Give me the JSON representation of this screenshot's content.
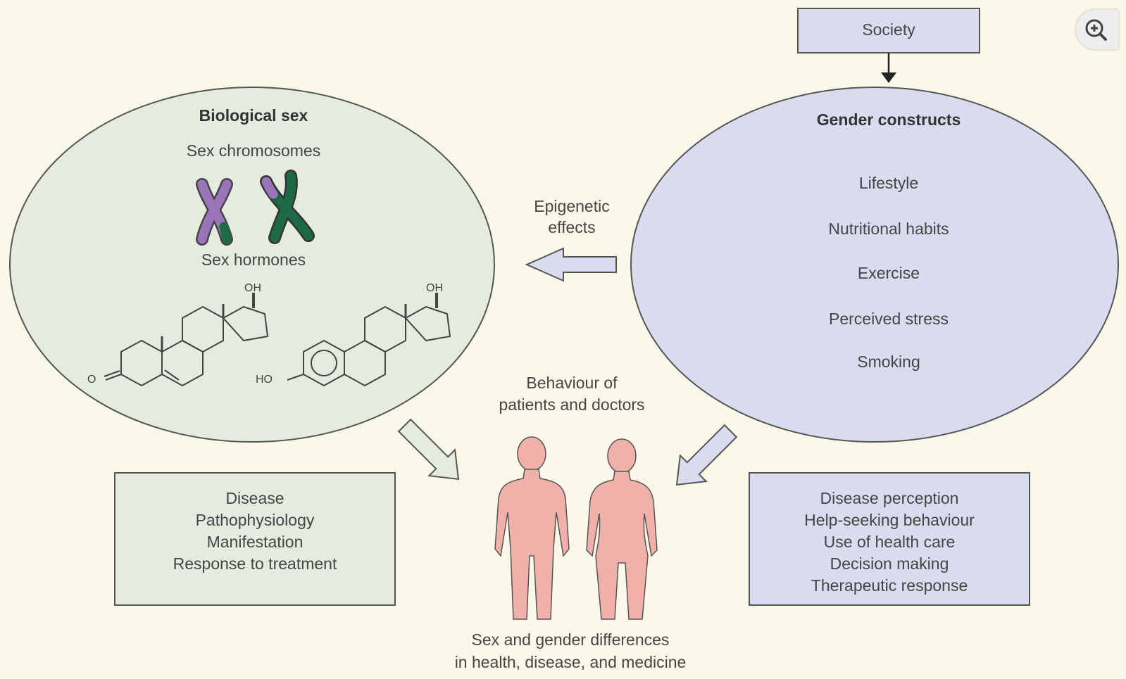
{
  "society": "Society",
  "biological": {
    "title": "Biological sex",
    "chromosomes_label": "Sex chromosomes",
    "hormones_label": "Sex hormones",
    "hormone1": {
      "oh": "OH",
      "o": "O"
    },
    "hormone2": {
      "oh": "OH",
      "ho": "HO"
    }
  },
  "gender": {
    "title": "Gender constructs",
    "items": [
      "Lifestyle",
      "Nutritional habits",
      "Exercise",
      "Perceived stress",
      "Smoking"
    ]
  },
  "epigenetic": {
    "line1": "Epigenetic",
    "line2": "effects"
  },
  "behaviour": {
    "line1": "Behaviour of",
    "line2": "patients and doctors"
  },
  "left_box": {
    "lines": [
      "Disease",
      "Pathophysiology",
      "Manifestation",
      "Response to treatment"
    ]
  },
  "right_box": {
    "lines": [
      "Disease perception",
      "Help-seeking behaviour",
      "Use of health care",
      "Decision making",
      "Therapeutic response"
    ]
  },
  "footer": {
    "line1": "Sex and gender differences",
    "line2": "in health, disease, and medicine"
  },
  "colors": {
    "green_fill": "#e4ecdf",
    "blue_fill": "#d9dcef",
    "body_fill": "#f0b1aa",
    "purple_chromosome": "#9a75b8",
    "green_chromosome": "#1d6a45"
  },
  "icons": {
    "zoom": "zoom-in-icon"
  }
}
